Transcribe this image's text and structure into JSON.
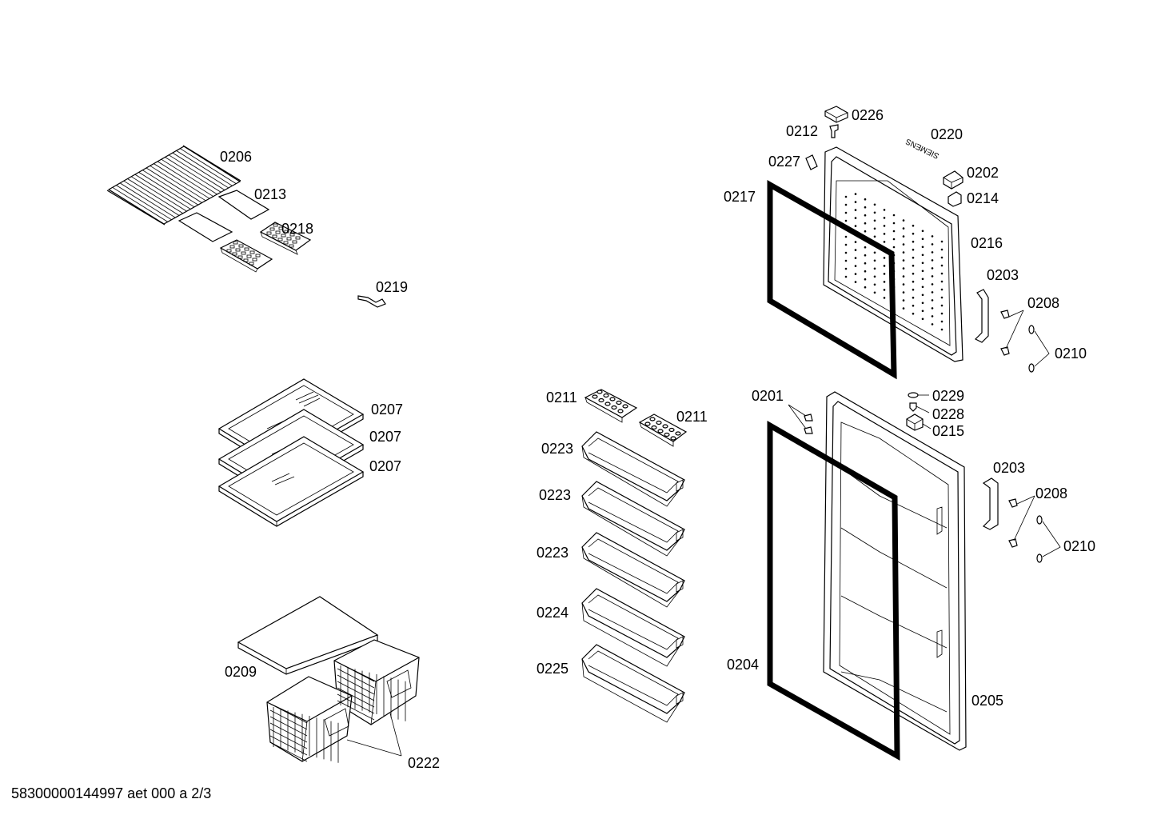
{
  "diagram": {
    "brand_mark": "SIEMENS",
    "labels": {
      "0206": "0206",
      "0213": "0213",
      "0218": "0218",
      "0219": "0219",
      "0207a": "0207",
      "0207b": "0207",
      "0207c": "0207",
      "0209": "0209",
      "0222": "0222",
      "0211a": "0211",
      "0211b": "0211",
      "0223a": "0223",
      "0223b": "0223",
      "0223c": "0223",
      "0224": "0224",
      "0225": "0225",
      "0226": "0226",
      "0212": "0212",
      "0220": "0220",
      "0227": "0227",
      "0202": "0202",
      "0214": "0214",
      "0217": "0217",
      "0216": "0216",
      "0203a": "0203",
      "0208a": "0208",
      "0210a": "0210",
      "0201": "0201",
      "0229": "0229",
      "0228": "0228",
      "0215": "0215",
      "0203b": "0203",
      "0208b": "0208",
      "0210b": "0210",
      "0204": "0204",
      "0205": "0205"
    },
    "footer": "58300000144997 aet 000 a 2/3"
  }
}
